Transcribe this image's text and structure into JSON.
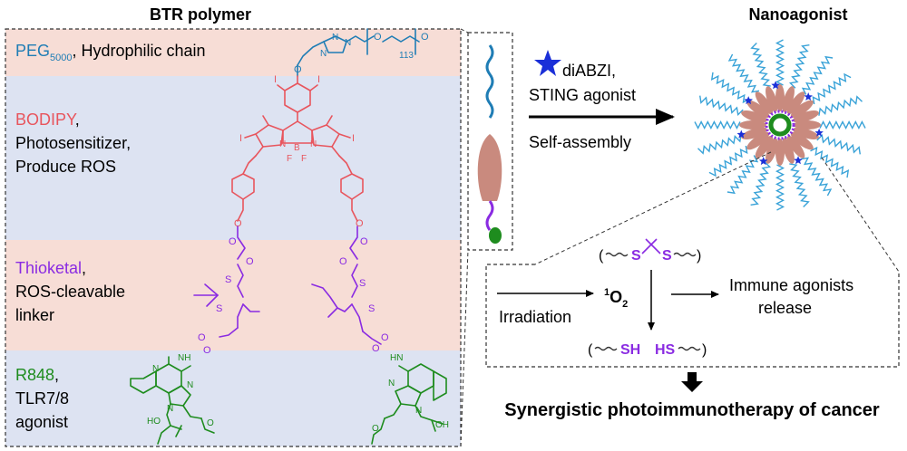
{
  "left_panel": {
    "title": "BTR polymer",
    "peg": {
      "name": "PEG",
      "subscript": "5000",
      "desc": ", Hydrophilic chain",
      "repeat": "113"
    },
    "bodipy": {
      "name": "BODIPY",
      "suffix": ",",
      "lines": [
        "Photosensitizer,",
        "Produce ROS"
      ]
    },
    "thioketal": {
      "name": "Thioketal",
      "suffix": ",",
      "lines": [
        "ROS-cleavable",
        "linker"
      ]
    },
    "r848": {
      "name": "R848",
      "suffix": ",",
      "lines": [
        "TLR7/8",
        "agonist"
      ]
    },
    "atoms": {
      "I": "I",
      "N": "N",
      "B": "B",
      "F": "F",
      "O": "O",
      "S": "S",
      "HN": "HN",
      "NH": "NH",
      "NH2": "NH",
      "OH": "OH",
      "HO": "HO"
    }
  },
  "assembly": {
    "agonist_name": "diABZI,",
    "agonist_desc": "STING agonist",
    "process": "Self-assembly",
    "product": "Nanoagonist"
  },
  "mechanism": {
    "thioketal_left": "(",
    "thioketal_s1": "S",
    "thioketal_s2": "S",
    "thioketal_right": ")",
    "irradiation": "Irradiation",
    "singlet_oxygen_sup": "1",
    "singlet_oxygen": "O",
    "singlet_oxygen_sub": "2",
    "release_line1": "Immune agonists",
    "release_line2": "release",
    "product_left": "(",
    "product_sh": "SH",
    "product_hs": "HS",
    "product_right": ")"
  },
  "conclusion": "Synergistic photoimmunotherapy of cancer",
  "colors": {
    "peg_blue": "#1f7db5",
    "bodipy_red": "#e8555d",
    "thioketal_purple": "#8a2be2",
    "r848_green": "#1e8c1e",
    "band_pink": "#f7ddd6",
    "band_blue": "#dde3f2",
    "star_blue": "#1a2fd8",
    "micelle_body": "#c98a7e",
    "wave_blue": "#3aa3d8"
  }
}
